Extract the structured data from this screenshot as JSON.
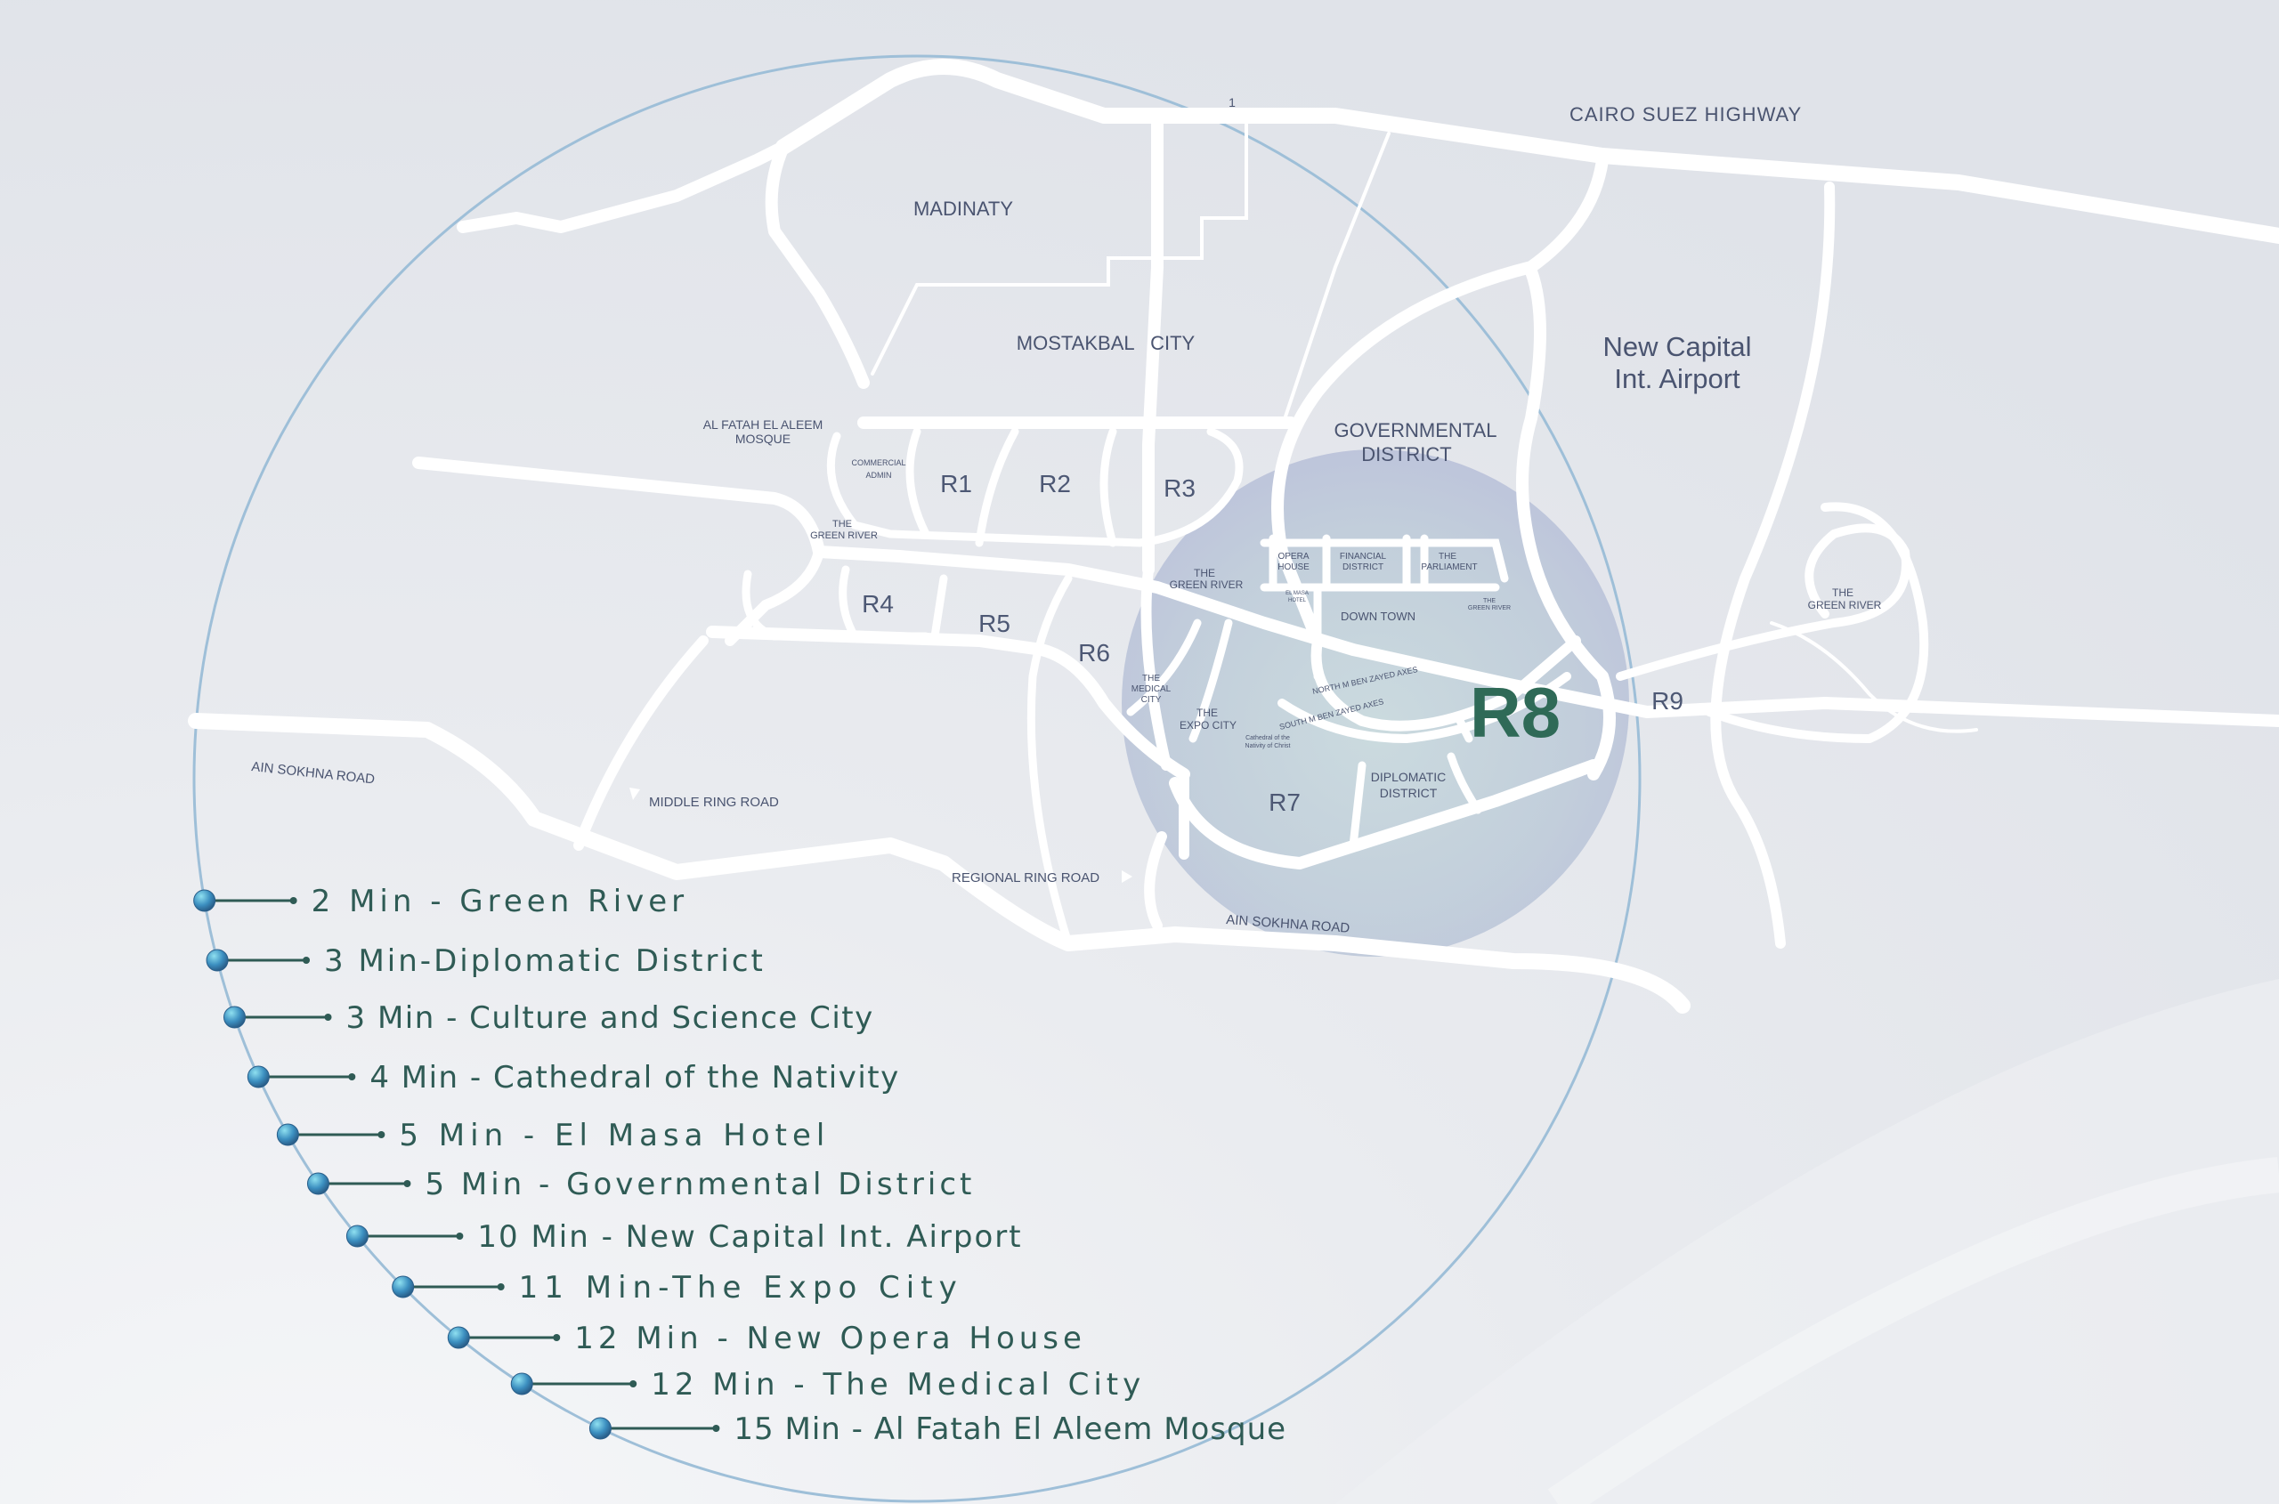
{
  "map": {
    "road_labels": {
      "cairo_suez_highway": "CAIRO SUEZ HIGHWAY",
      "ain_sokhna_road_left": "AIN SOKHNA ROAD",
      "ain_sokhna_road_bottom": "AIN SOKHNA ROAD",
      "middle_ring_road": "MIDDLE RING ROAD",
      "regional_ring_road": "REGIONAL RING ROAD",
      "north_axis": "NORTH M BEN ZAYED AXES",
      "south_axis": "SOUTH M BEN ZAYED AXES"
    },
    "area_labels": {
      "madinaty": "MADINATY",
      "mostakbal_city": "MOSTAKBAL   CITY",
      "airport_line1": "New Capital",
      "airport_line2": "Int. Airport",
      "gov_line1": "GOVERNMENTAL",
      "gov_line2": "DISTRICT",
      "mosque_line1": "AL FATAH EL ALEEM",
      "mosque_line2": "MOSQUE",
      "commercial_line1": "COMMERCIAL",
      "commercial_line2": "ADMIN",
      "green_river_1_line1": "THE",
      "green_river_1_line2": "GREEN RIVER",
      "green_river_2_line1": "THE",
      "green_river_2_line2": "GREEN RIVER",
      "green_river_3_line1": "THE",
      "green_river_3_line2": "GREEN RIVER",
      "green_river_4_line1": "THE",
      "green_river_4_line2": "GREEN RIVER",
      "opera_line1": "OPERA",
      "opera_line2": "HOUSE",
      "financial_line1": "FINANCIAL",
      "financial_line2": "DISTRICT",
      "parliament_line1": "THE",
      "parliament_line2": "PARLIAMENT",
      "el_masa_line1": "EL MASA",
      "el_masa_line2": "HOTEL",
      "downtown": "DOWN TOWN",
      "medical_line1": "THE",
      "medical_line2": "MEDICAL",
      "medical_line3": "CITY",
      "expo_line1": "THE",
      "expo_line2": "EXPO CITY",
      "cathedral_line1": "Cathedral of the",
      "cathedral_line2": "Nativity of Christ",
      "diplomatic_line1": "DIPLOMATIC",
      "diplomatic_line2": "DISTRICT",
      "marker": "1"
    },
    "districts": {
      "r1": "R1",
      "r2": "R2",
      "r3": "R3",
      "r4": "R4",
      "r5": "R5",
      "r6": "R6",
      "r7": "R7",
      "r8": "R8",
      "r9": "R9"
    }
  },
  "distances": [
    "2 Min - Green River",
    "3 Min-Diplomatic District",
    "3 Min - Culture and Science City",
    "4 Min - Cathedral of the Nativity",
    "5 Min - El Masa Hotel",
    "5 Min - Governmental District",
    "10 Min - New Capital Int. Airport",
    "11 Min-The Expo City",
    "12 Min - New Opera House",
    "12 Min - The Medical City",
    "15 Min - Al Fatah El Aleem Mosque"
  ],
  "colors": {
    "background": "#e4e7ec",
    "road": "#ffffff",
    "label": "#4a5470",
    "highlight": "#2f6a57",
    "list_text": "#2f5b55",
    "ring": "#9ebfd8"
  }
}
